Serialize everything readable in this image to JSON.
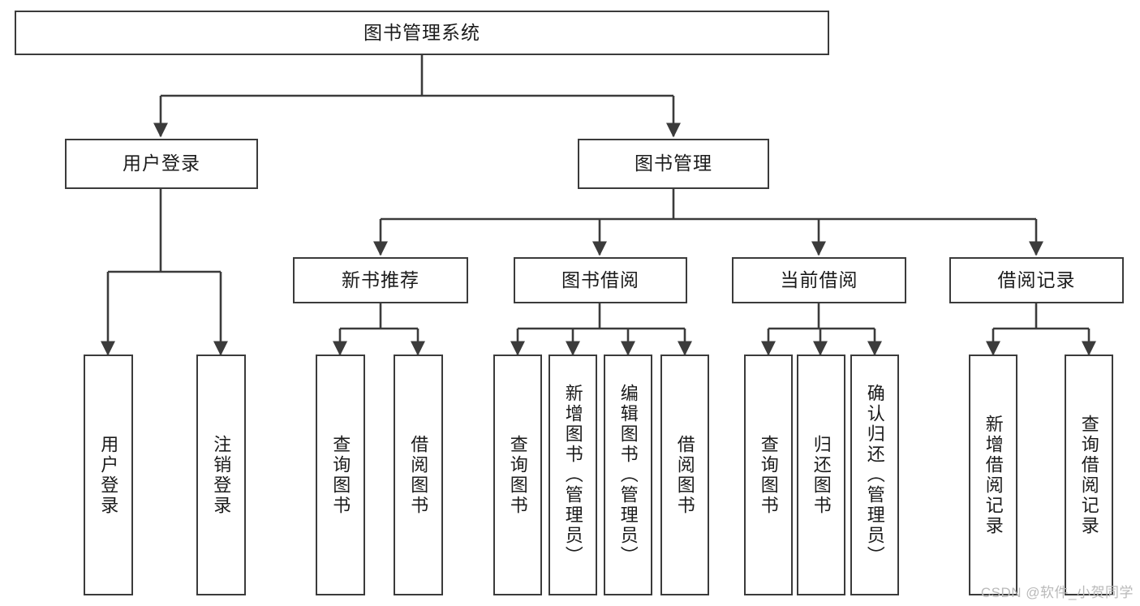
{
  "diagram": {
    "type": "tree-hierarchy",
    "title": "图书管理系统",
    "root": {
      "id": "root",
      "label": "图书管理系统"
    },
    "level2": [
      {
        "id": "user-login",
        "label": "用户登录"
      },
      {
        "id": "book-management",
        "label": "图书管理"
      }
    ],
    "level3": [
      {
        "id": "new-book-recommend",
        "label": "新书推荐",
        "parent": "book-management"
      },
      {
        "id": "book-borrow",
        "label": "图书借阅",
        "parent": "book-management"
      },
      {
        "id": "current-borrow",
        "label": "当前借阅",
        "parent": "book-management"
      },
      {
        "id": "borrow-record",
        "label": "借阅记录",
        "parent": "book-management"
      }
    ],
    "leaves": [
      {
        "id": "leaf-user-login",
        "label": "用户登录",
        "parent": "user-login"
      },
      {
        "id": "leaf-logout",
        "label": "注销登录",
        "parent": "user-login"
      },
      {
        "id": "leaf-query-book-1",
        "label": "查询图书",
        "parent": "new-book-recommend"
      },
      {
        "id": "leaf-borrow-book-1",
        "label": "借阅图书",
        "parent": "new-book-recommend"
      },
      {
        "id": "leaf-query-book-2",
        "label": "查询图书",
        "parent": "book-borrow"
      },
      {
        "id": "leaf-add-book",
        "label": "新增图书（管理员）",
        "parent": "book-borrow"
      },
      {
        "id": "leaf-edit-book",
        "label": "编辑图书（管理员）",
        "parent": "book-borrow"
      },
      {
        "id": "leaf-borrow-book-2",
        "label": "借阅图书",
        "parent": "book-borrow"
      },
      {
        "id": "leaf-query-book-3",
        "label": "查询图书",
        "parent": "current-borrow"
      },
      {
        "id": "leaf-return-book",
        "label": "归还图书",
        "parent": "current-borrow"
      },
      {
        "id": "leaf-confirm-return",
        "label": "确认归还（管理员）",
        "parent": "current-borrow"
      },
      {
        "id": "leaf-add-record",
        "label": "新增借阅记录",
        "parent": "borrow-record"
      },
      {
        "id": "leaf-query-record",
        "label": "查询借阅记录",
        "parent": "borrow-record"
      }
    ],
    "colors": {
      "stroke": "#3b3b3b",
      "fill": "#ffffff",
      "text": "#1b1b1b",
      "watermark": "#b9b9b9"
    }
  },
  "watermark": {
    "text": "CSDN @软件_小贺同学"
  }
}
